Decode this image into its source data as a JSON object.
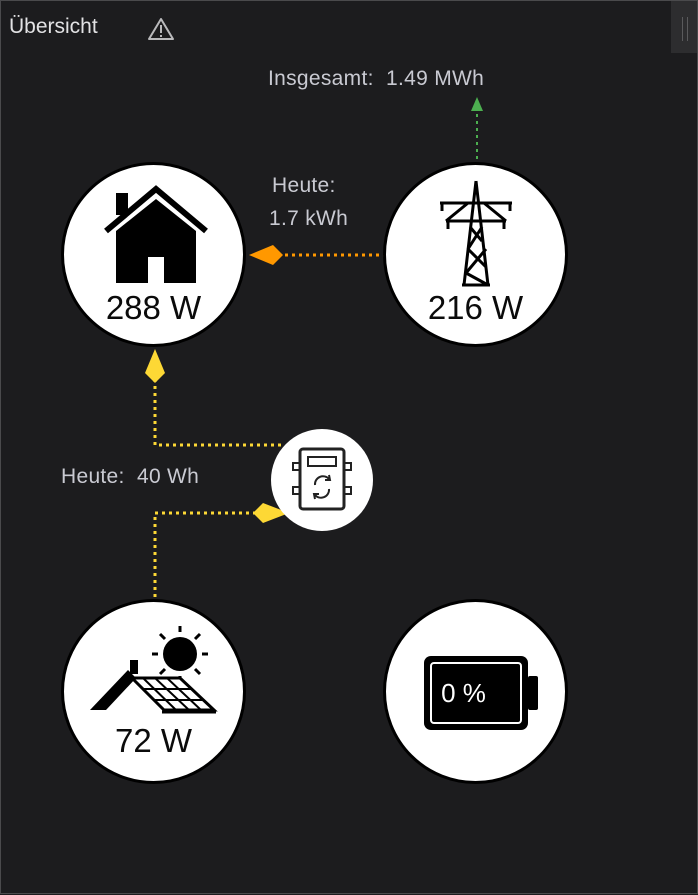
{
  "card": {
    "title": "Übersicht",
    "warning_icon": "warning-triangle-icon"
  },
  "grid": {
    "total_label": "Insgesamt:",
    "total_value": "1.49 MWh",
    "today_label": "Heute:",
    "today_value": "1.7 kWh",
    "power": "216 W",
    "icon": "power-pylon-icon"
  },
  "home": {
    "power": "288 W",
    "icon": "house-icon"
  },
  "inverter": {
    "icon": "inverter-icon",
    "today_label": "Heute:",
    "today_value": "40 Wh"
  },
  "solar": {
    "power": "72 W",
    "icon": "solar-panel-icon"
  },
  "battery": {
    "level": "0 %",
    "icon": "battery-icon"
  },
  "colors": {
    "grid_export": "#4caf50",
    "grid_import": "#ff9800",
    "solar": "#fdd835",
    "background": "#1c1c1e"
  }
}
